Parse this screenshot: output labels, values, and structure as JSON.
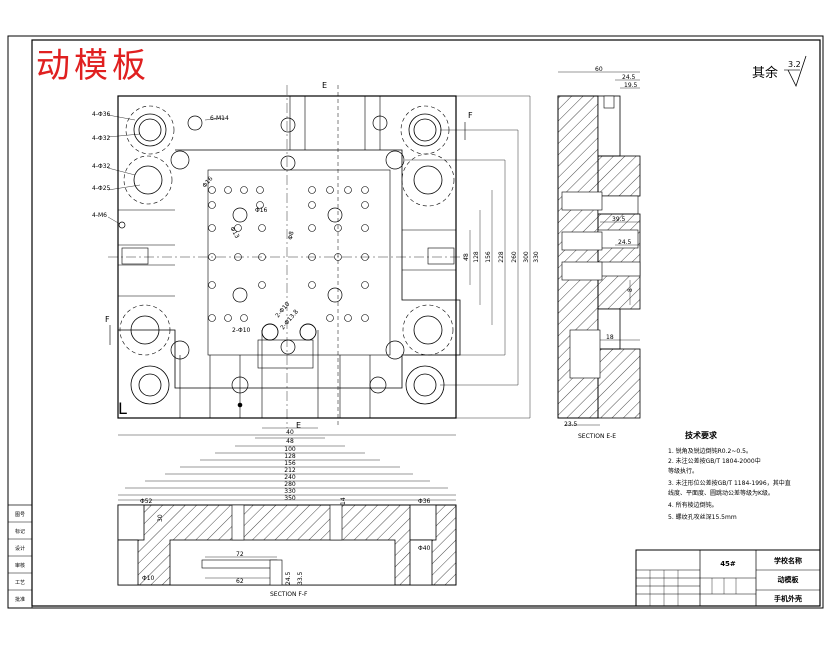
{
  "title": "动模板",
  "roughness": {
    "label": "其余",
    "value": "3.2"
  },
  "section_labels": {
    "e": "E",
    "f": "F",
    "section_ee": "SECTION E-E",
    "section_ff": "SECTION F-F"
  },
  "front_view": {
    "hole_callouts": [
      "4-Φ36",
      "4-Φ32",
      "4-Φ32",
      "4-Φ25",
      "4-M6",
      "6-M14",
      "Φ16",
      "Φ16",
      "Φ13",
      "Φ8",
      "2-Φ10",
      "2-Φ10",
      "2-Φ13.8"
    ],
    "vertical_dims": [
      "48",
      "128",
      "156",
      "228",
      "260",
      "300",
      "330"
    ],
    "horizontal_dims": [
      "40",
      "48",
      "100",
      "128",
      "156",
      "212",
      "240",
      "280",
      "330",
      "350"
    ],
    "corner_mark": "L"
  },
  "side_view": {
    "dims": [
      "60",
      "24.5",
      "19.5",
      "39.5",
      "24.5",
      "8",
      "18",
      "23.5"
    ]
  },
  "bottom_view": {
    "dims": [
      "Φ52",
      "30",
      "Φ36",
      "Φ40",
      "72",
      "62",
      "24.5",
      "33.5",
      "Φ10",
      "14"
    ]
  },
  "tech_req": {
    "heading": "技术要求",
    "lines": [
      "1. 锐角及锐边倒钝R0.2~0.5。",
      "2. 未注公差按GB/T 1804-2000中",
      "   等级执行。",
      "3. 未注形位公差按GB/T 1184-1996，其中直",
      "   线度、平面度、圆跳动公差等级为K级。",
      "4. 所有棱边倒钝。",
      "5. 螺纹孔攻丝深15.5mm"
    ]
  },
  "title_block": {
    "material": "45#",
    "part_name": "动模板",
    "school": "学校名称",
    "drawing": "手机外壳"
  },
  "left_strip": [
    "图号",
    "标记",
    "设计",
    "审核",
    "工艺",
    "批准"
  ]
}
